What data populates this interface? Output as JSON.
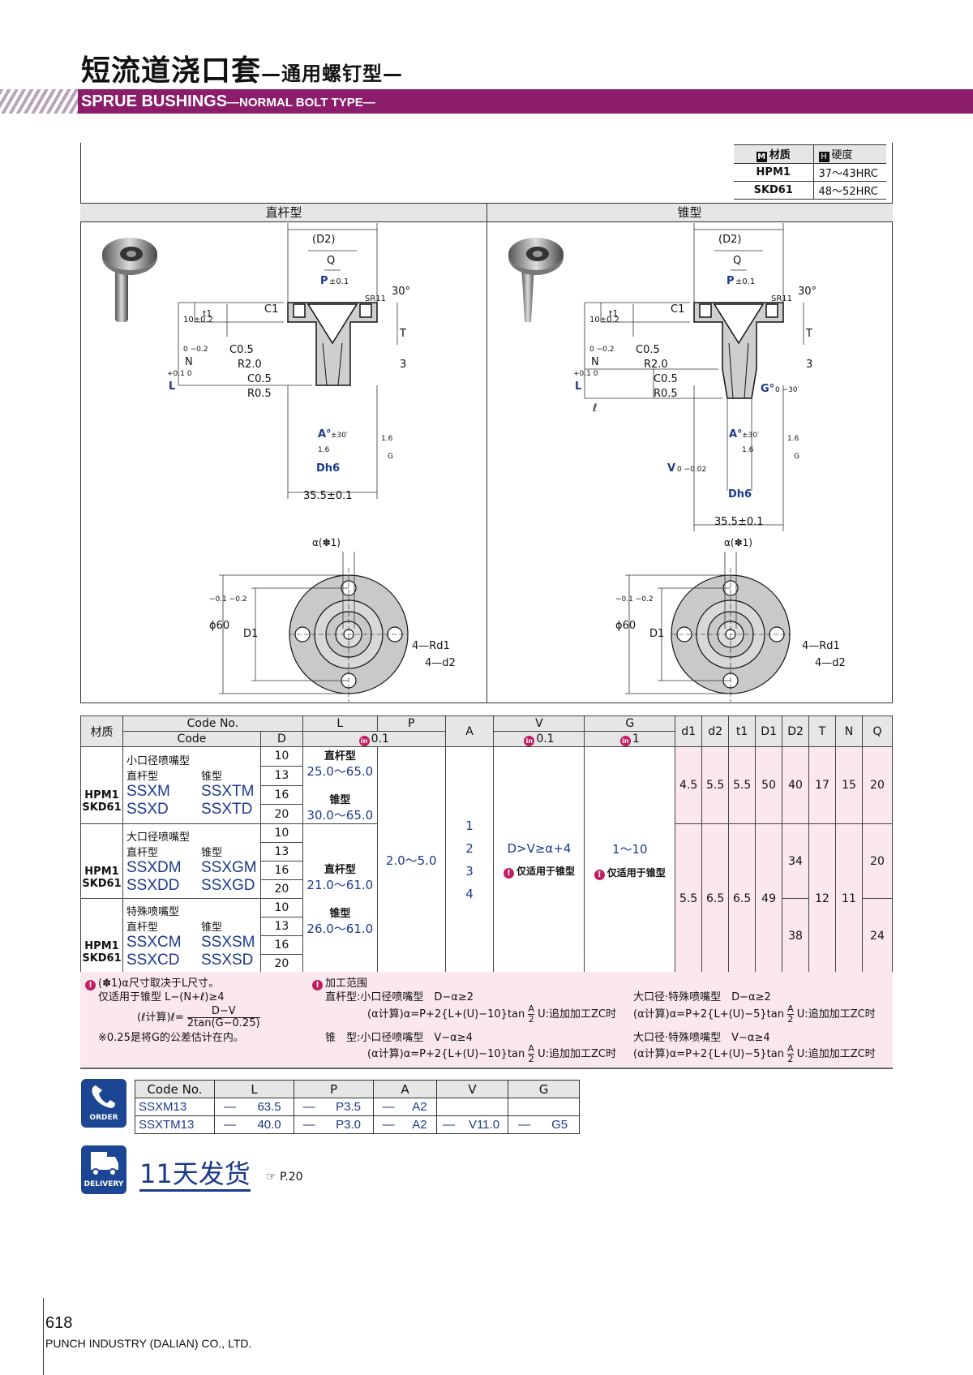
{
  "header": {
    "title_cn": "短流道浇口套",
    "title_cn_sub": "—通用螺钉型—",
    "title_en": "SPRUE BUSHINGS",
    "title_en_sub": "—NORMAL BOLT TYPE—"
  },
  "material_table": {
    "col1_tag": "M",
    "col1": "材质",
    "col2_tag": "H",
    "col2": "硬度",
    "rows": [
      {
        "mat": "HPM1",
        "hard": "37～43HRC"
      },
      {
        "mat": "SKD61",
        "hard": "48～52HRC"
      }
    ]
  },
  "sections": {
    "left": "直杆型",
    "right": "锥型"
  },
  "drawing_labels": {
    "D2": "(D2)",
    "Q": "Q",
    "P": "P",
    "P_tol": "±0.1",
    "SR11": "SR11",
    "deg30": "30°",
    "C1": "C1",
    "t1": "t1",
    "h10": "10±0.2",
    "T": "T",
    "N": "N",
    "N_tol": "0 −0.2",
    "C05a": "C0.5",
    "R20": "R2.0",
    "C05b": "C0.5",
    "R05": "R0.5",
    "L": "L",
    "L_tol": "+0.1 0",
    "three": "3",
    "A": "A°",
    "A_tol": "±30′",
    "rough": "1.6",
    "G": "G",
    "Dh6": "Dh6",
    "w355": "35.5±0.1",
    "G_cone": "G°",
    "G_tol": "0 −30′",
    "ell": "ℓ",
    "V": "V",
    "V_tol": "0 −0.02",
    "alpha": "α(✽1)",
    "phi60": "ϕ60",
    "phi60_tol": "−0.1 −0.2",
    "D1": "D1",
    "Rd1": "4—Rd1",
    "d2": "4—d2"
  },
  "spec_table": {
    "headers": {
      "material": "材质",
      "code_no": "Code No.",
      "code": "Code",
      "D": "D",
      "L": "L",
      "P": "P",
      "A": "A",
      "V": "V",
      "G": "G",
      "L_P_unit": "0.1",
      "V_unit": "0.1",
      "G_unit": "1",
      "unit_tag": "in",
      "d1": "d1",
      "d2": "d2",
      "t1": "t1",
      "D1": "D1",
      "D2": "D2",
      "T": "T",
      "N": "N",
      "Q": "Q"
    },
    "groups": [
      {
        "label": "小口径喷嘴型",
        "straight": "直杆型",
        "cone": "锥型",
        "mat1": "HPM1",
        "mat2": "SKD61",
        "codes_s": [
          "SSXM",
          "SSXD"
        ],
        "codes_c": [
          "SSXTM",
          "SSXTD"
        ],
        "D": [
          "10",
          "13",
          "16",
          "20"
        ],
        "L_s_label": "直杆型",
        "L_s": "25.0～65.0",
        "L_c_label": "锥型",
        "L_c": "30.0～65.0",
        "d1": "4.5",
        "d2": "5.5",
        "t1": "5.5",
        "D1": "50",
        "D2": "40",
        "T": "17",
        "N": "15",
        "Q": "20"
      },
      {
        "label": "大口径喷嘴型",
        "straight": "直杆型",
        "cone": "锥型",
        "mat1": "HPM1",
        "mat2": "SKD61",
        "codes_s": [
          "SSXDM",
          "SSXDD"
        ],
        "codes_c": [
          "SSXGM",
          "SSXGD"
        ],
        "D": [
          "10",
          "13",
          "16",
          "20"
        ],
        "D2": "34",
        "Q": "20"
      },
      {
        "label": "特殊喷嘴型",
        "straight": "直杆型",
        "cone": "锥型",
        "mat1": "HPM1",
        "mat2": "SKD61",
        "codes_s": [
          "SSXCM",
          "SSXCD"
        ],
        "codes_c": [
          "SSXSM",
          "SSXSD"
        ],
        "D": [
          "10",
          "13",
          "16",
          "20"
        ],
        "D2": "38",
        "Q": "24"
      }
    ],
    "shared": {
      "L_s_label": "直杆型",
      "L_s": "21.0～61.0",
      "L_c_label": "锥型",
      "L_c": "26.0～61.0",
      "P": "2.0～5.0",
      "A": [
        "1",
        "2",
        "3",
        "4"
      ],
      "V": "D>V≥α+4",
      "V_note": "仅适用于锥型",
      "G": "1～10",
      "G_note": "仅适用于锥型",
      "d1": "5.5",
      "d2": "6.5",
      "t1": "6.5",
      "D1": "49",
      "T": "12",
      "N": "11",
      "dash": "—"
    }
  },
  "notes": {
    "n1": "(✽1)α尺寸取决于L尺寸。",
    "n2": "仅适用于锥型 L−(N+ℓ)≥4",
    "n3a": "(ℓ计算)ℓ=",
    "n3_num": "D−V",
    "n3_den": "2tan(G−0.25)",
    "n4": "※0.25是将G的公差估计在内。",
    "m0": "加工范围",
    "m1": "直杆型:小口径喷嘴型　D−α≥2",
    "m2": "(α计算)α=P+2{L+(U)−10}tan",
    "m_frac_num": "A",
    "m_frac_den": "2",
    "m2b": "U:追加加工ZC时",
    "m3": "锥　型:小口径喷嘴型　V−α≥4",
    "m4": "(α计算)α=P+2{L+(U)−10}tan",
    "m4b": "U:追加加工ZC时",
    "r1": "大口径·特殊喷嘴型　D−α≥2",
    "r2": "(α计算)α=P+2{L+(U)−5}tan",
    "r2b": "U:追加加工ZC时",
    "r3": "大口径·特殊喷嘴型　V−α≥4",
    "r4": "(α计算)α=P+2{L+(U)−5}tan",
    "r4b": "U:追加加工ZC时"
  },
  "order": {
    "icon_label": "ORDER",
    "headers": [
      "Code No.",
      "L",
      "P",
      "A",
      "V",
      "G"
    ],
    "rows": [
      [
        "SSXM13",
        "—",
        "63.5",
        "—",
        "P3.5",
        "—",
        "A2",
        "",
        "",
        "",
        ""
      ],
      [
        "SSXTM13",
        "—",
        "40.0",
        "—",
        "P3.0",
        "—",
        "A2",
        "—",
        "V11.0",
        "—",
        "G5"
      ]
    ]
  },
  "delivery": {
    "icon_label": "DELIVERY",
    "text": "11天发货",
    "ref": "☞ P.20"
  },
  "footer": {
    "page": "618",
    "company": "PUNCH INDUSTRY (DALIAN) CO., LTD."
  }
}
